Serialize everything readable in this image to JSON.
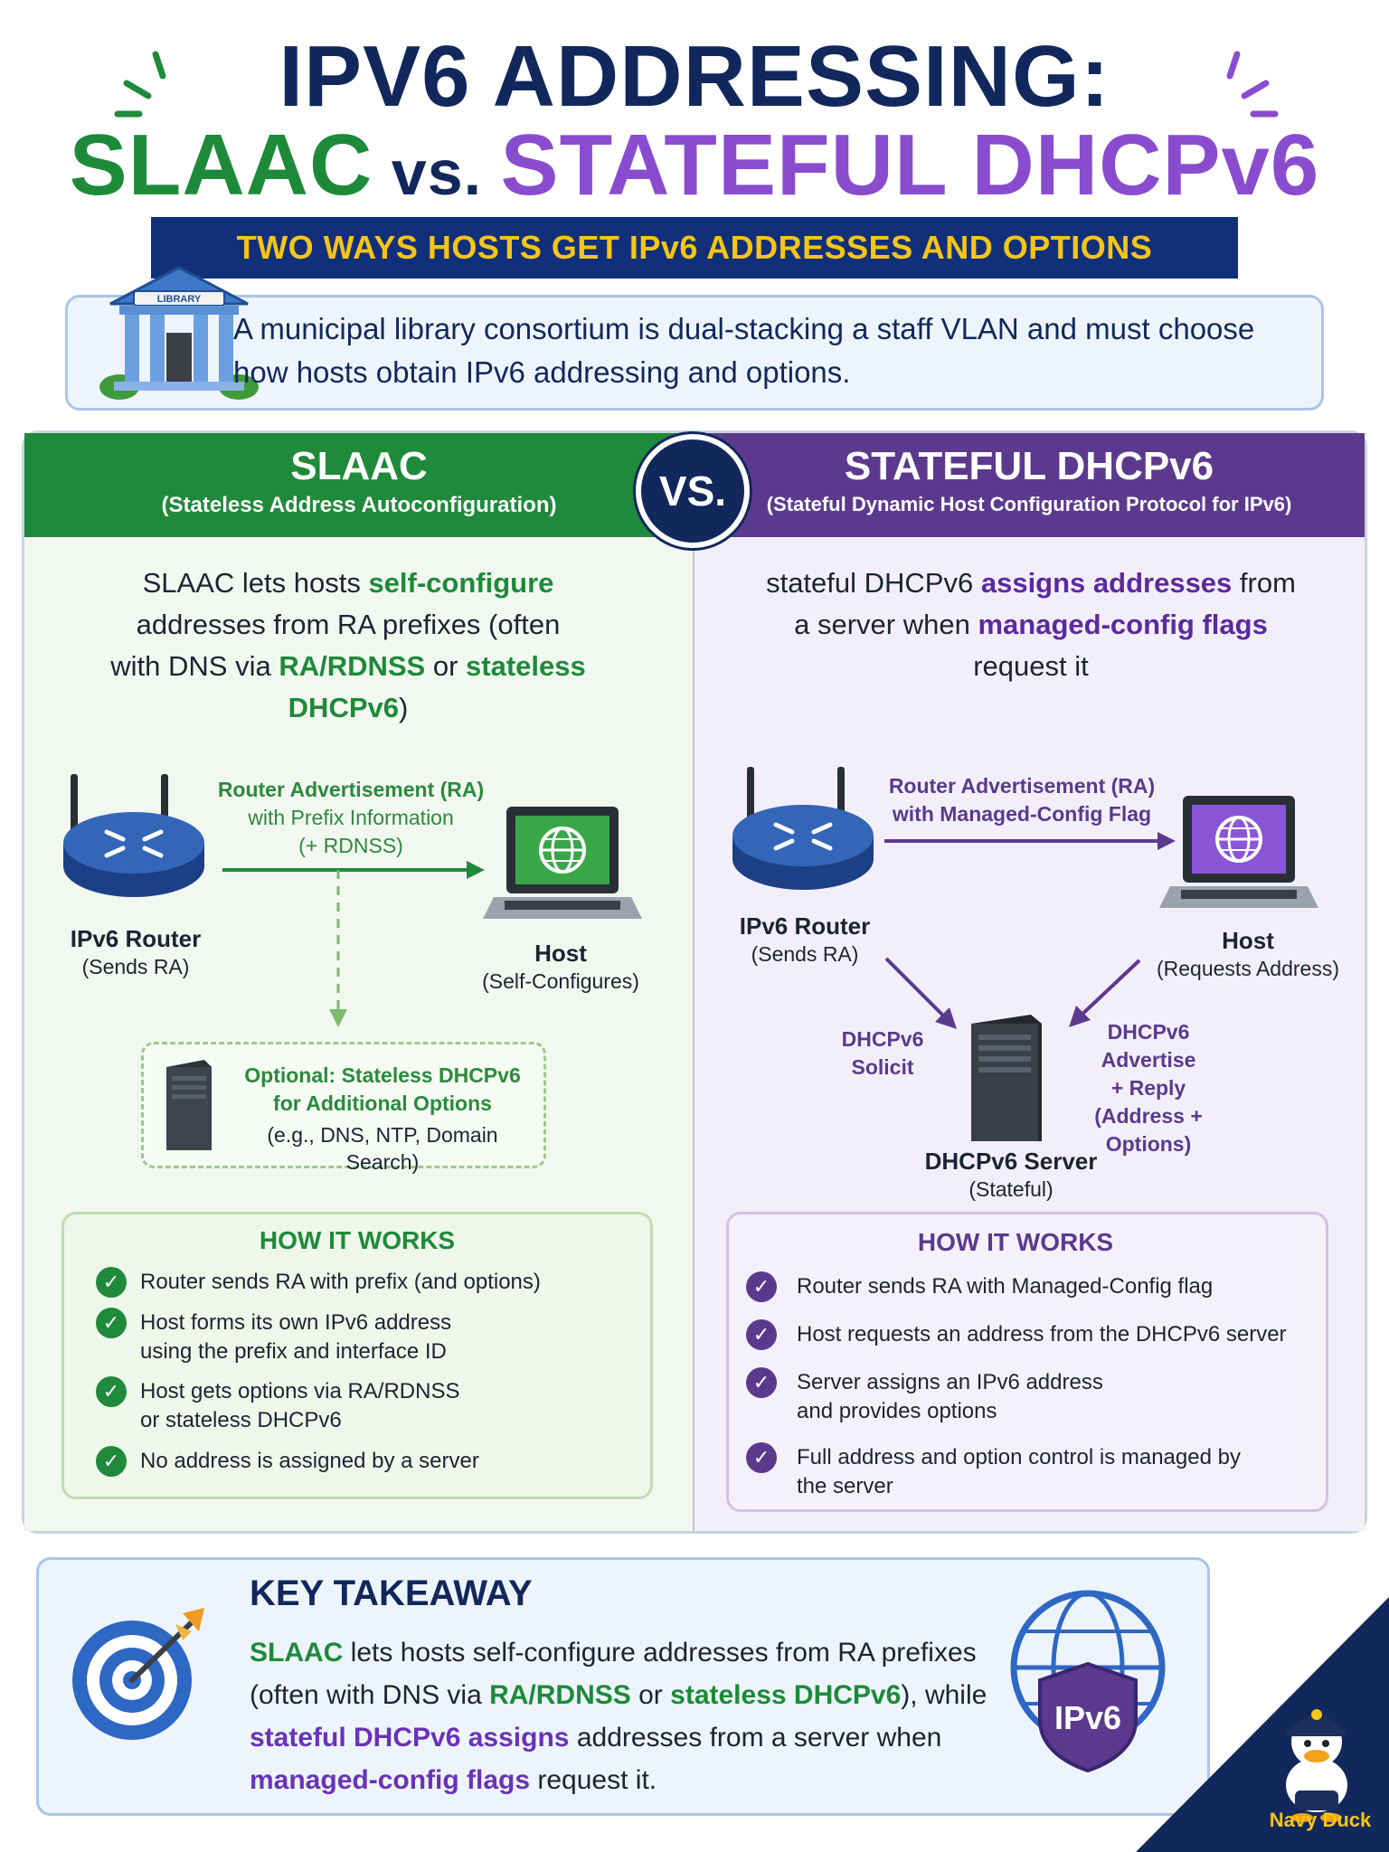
{
  "title": {
    "line1": "IPV6 ADDRESSING:",
    "line2_green": "SLAAC",
    "line2_vs": " vs. ",
    "line2_purple": "STATEFUL DHCPv6"
  },
  "subtitle": "TWO WAYS HOSTS GET IPv6 ADDRESSES AND OPTIONS",
  "scenario": {
    "sign": "LIBRARY",
    "text": "A municipal library consortium is dual-stacking a staff VLAN and must choose how hosts obtain IPv6 addressing and options."
  },
  "vs_label": "VS.",
  "left": {
    "title": "SLAAC",
    "subtitle": "(Stateless Address Autoconfiguration)",
    "summary": [
      "SLAAC lets hosts ",
      "self-configure",
      " addresses from RA prefixes (often with DNS via ",
      "RA/RDNSS",
      " or ",
      "stateless DHCPv6",
      ")"
    ],
    "ra_label": [
      "Router Advertisement (RA)",
      "with Prefix Information",
      "(+ RDNSS)"
    ],
    "router_title": "IPv6 Router",
    "router_sub": "(Sends RA)",
    "host_title": "Host",
    "host_sub": "(Self-Configures)",
    "optional": [
      "Optional: Stateless DHCPv6",
      "for Additional Options"
    ],
    "optional_sub": "(e.g., DNS, NTP, Domain Search)",
    "how_title": "HOW IT WORKS",
    "how_items": [
      "Router sends RA with prefix (and options)",
      "Host forms its own IPv6 address using the prefix and interface ID",
      "Host gets options via RA/RDNSS or stateless DHCPv6",
      "No address is assigned by a server"
    ]
  },
  "right": {
    "title": "STATEFUL DHCPv6",
    "subtitle": "(Stateful Dynamic Host Configuration Protocol for IPv6)",
    "summary": [
      "stateful DHCPv6 ",
      "assigns addresses",
      " from a server when ",
      "managed-config flags",
      " request it"
    ],
    "ra_label": [
      "Router Advertisement (RA)",
      "with Managed-Config Flag"
    ],
    "router_title": "IPv6 Router",
    "router_sub": "(Sends RA)",
    "host_title": "Host",
    "host_sub": "(Requests Address)",
    "solicit": [
      "DHCPv6",
      "Solicit"
    ],
    "advertise": [
      "DHCPv6",
      "Advertise",
      "+ Reply",
      "(Address +",
      "Options)"
    ],
    "server_title": "DHCPv6 Server",
    "server_sub": "(Stateful)",
    "how_title": "HOW IT WORKS",
    "how_items": [
      "Router sends RA with Managed-Config flag",
      "Host requests an address from the DHCPv6 server",
      "Server assigns an IPv6 address and provides options",
      "Full address and option control is managed by the server"
    ]
  },
  "takeaway": {
    "title": "KEY TAKEAWAY",
    "parts": [
      "SLAAC",
      " lets hosts self-configure addresses from RA prefixes (often with DNS via ",
      "RA/RDNSS",
      " or ",
      "stateless DHCPv6",
      "), while ",
      "stateful DHCPv6",
      " ",
      "assigns",
      " addresses from a server when ",
      "managed-config flags",
      " request it."
    ],
    "badge": "IPv6"
  },
  "brand": {
    "name": "Navy Duck"
  },
  "colors": {
    "navy": "#12285c",
    "green": "#1f8a3b",
    "purple": "#5b3a8e",
    "gold": "#f5c518"
  }
}
